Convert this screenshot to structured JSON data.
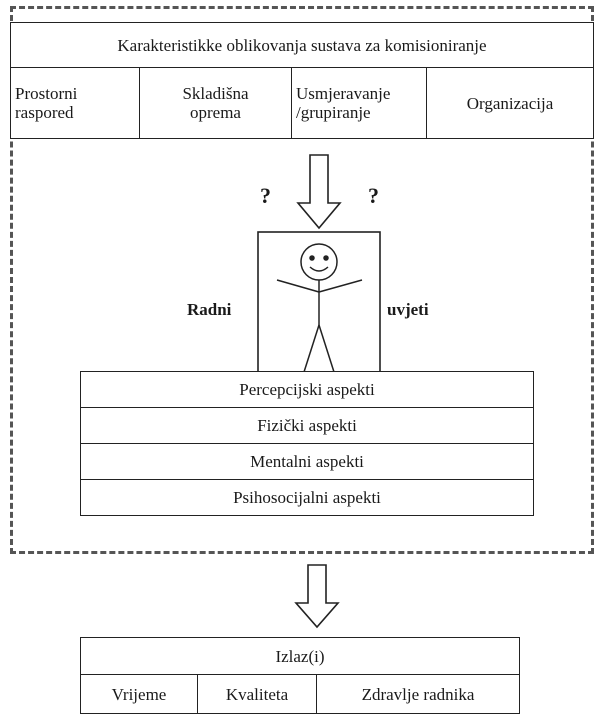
{
  "header": {
    "title": "Karakteristikke oblikovanja sustava za komisioniranje",
    "columns": [
      "Prostorni raspored",
      "Skladišna oprema",
      "Usmjeravanje /grupiranje",
      "Organizacija"
    ]
  },
  "worker": {
    "question_left": "?",
    "question_right": "?",
    "label_left": "Radni",
    "label_right": "uvjeti"
  },
  "aspects": [
    "Percepcijski aspekti",
    "Fizički aspekti",
    "Mentalni aspekti",
    "Psihosocijalni aspekti"
  ],
  "output": {
    "title": "Izlaz(i)",
    "columns": [
      "Vrijeme",
      "Kvaliteta",
      "Zdravlje radnika"
    ]
  }
}
